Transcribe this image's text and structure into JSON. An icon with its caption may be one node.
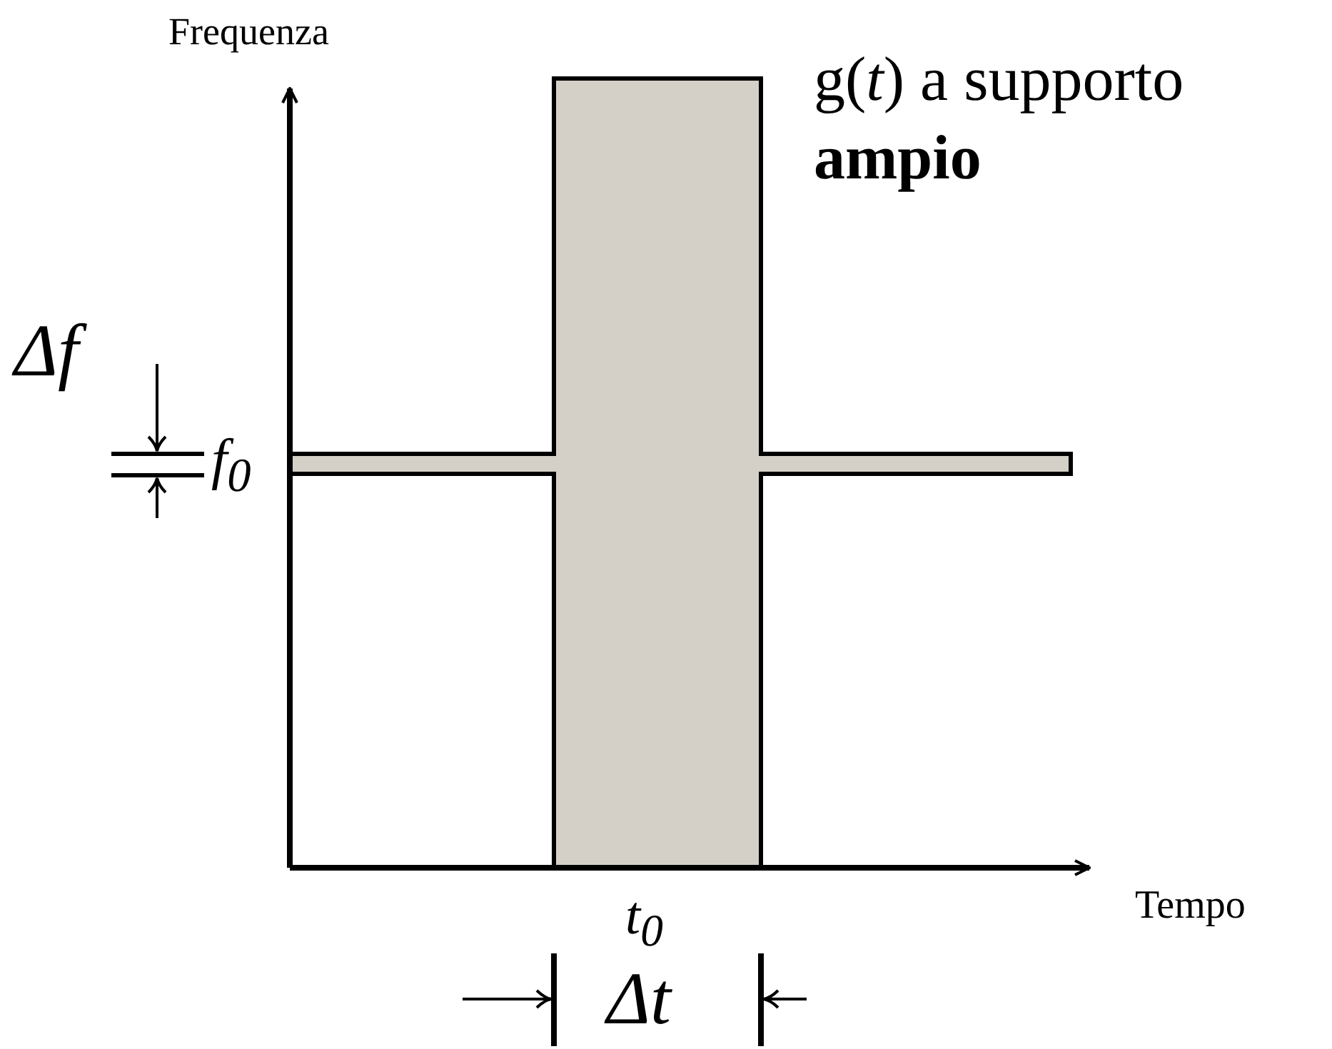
{
  "diagram": {
    "labels": [
      "Frequenza",
      "g(*t*) a supporto **ampio**",
      "Δf",
      "*f*$_{0}$",
      "*t*$_{0}$",
      "Δt",
      "Tempo"
    ]
  }
}
